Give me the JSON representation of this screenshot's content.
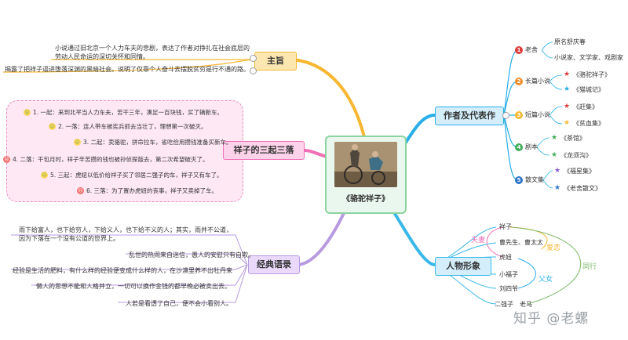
{
  "center": {
    "title": "《骆驼祥子》"
  },
  "main_topic": {
    "label": "主旨"
  },
  "main_lines": [
    "小说通过旧北京一个人力车夫的悲剧，表达了作者对挣扎在社会底层的",
    "劳动人民命运的深切关怀和同情。",
    "揭露了把祥子逼进堕落深渊的黑暗社会。说明了仅靠个人奋斗去摆脱贫穷是行不通的路。"
  ],
  "rise_fall": {
    "label": "祥子的三起三落",
    "items": [
      "1. 一起：来到北平当人力车夫，苦干三年，凑足一百块钱，买了辆新车。",
      "2. 一落：连人带车被宪兵抓去当壮丁，理想第一次破灭。",
      "3. 二起：卖骆驼，拼命拉车，省吃俭用攒钱准备买新车。",
      "4. 二落：干包月时，祥子辛苦攒的钱也被孙侦探敲去，第二次希望破灭了。",
      "5. 三起：虎妞以低价给祥子买了邻居二强子的车，祥子又有车了。",
      "6. 三落：为了置办虎妞的丧事，祥子又卖掉了车。"
    ]
  },
  "quotes": {
    "label": "经典语录",
    "items": [
      "雨下给富人，也下给穷人，下给义人，也下给不义的人；其实，雨并不公道，",
      "因为下落在一个没有公道的世界上。",
      "乱世的热闹来自迷信，愚人的安慰只有自欺。",
      "经验是生活的肥料，有什么样的经验便变成什么样的人，在沙漠里养不出牡丹来",
      "懒人的思想不能和人格并立，一切可以换作金钱的都早晚必被卖出去。",
      "人若是看透了自己，便不会小看别人。"
    ]
  },
  "author": {
    "label": "作者及代表作",
    "name_topic": "老舍",
    "name_lines": [
      "原名舒庆春",
      "小说家、文学家、戏剧家"
    ],
    "groups": [
      {
        "num": "2",
        "label": "长篇小说",
        "works": [
          "《骆驼祥子》",
          "《猫城记》"
        ]
      },
      {
        "num": "3",
        "label": "短篇小说",
        "works": [
          "《赶集》",
          "《贫血集》"
        ]
      },
      {
        "num": "4",
        "label": "剧本",
        "works": [
          "《茶馆》",
          "《龙须沟》"
        ]
      },
      {
        "num": "5",
        "label": "散文集",
        "works": [
          "《福星集》",
          "《老舍散文》"
        ]
      }
    ],
    "first_num": "1"
  },
  "characters": {
    "label": "人物形象",
    "names": [
      "祥子",
      "曹先生、曹太太",
      "虎妞",
      "小福子",
      "刘四爷",
      "二强子",
      "老马"
    ],
    "relations": [
      "夫妻",
      "爱恋",
      "父女",
      "同行"
    ]
  },
  "watermark": "知乎 @老螺",
  "colors": {
    "main": "#f7b731",
    "rise": "#f06fb5",
    "quotes": "#b79ae0",
    "author": "#27aee8",
    "characters": "#39b7e8",
    "center_border": "#8bd4a0"
  }
}
